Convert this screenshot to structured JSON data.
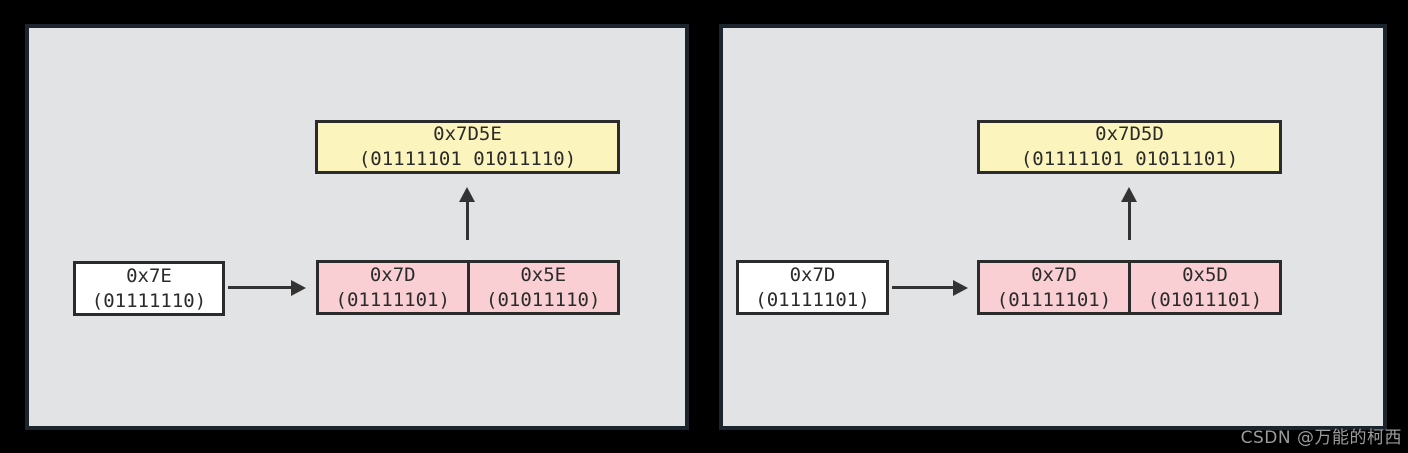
{
  "colors": {
    "background": "#000000",
    "panel_background": "#e2e3e4",
    "panel_border": "#1c242d",
    "result_box_fill": "#fbf5bd",
    "source_box_fill": "#ffffff",
    "escaped_box_fill": "#f9cfd3",
    "box_border": "#2b2b2b",
    "arrow": "#333333",
    "watermark_text": "#9b9b9b"
  },
  "watermark": {
    "text": "CSDN @万能的柯西"
  },
  "panels": [
    {
      "name": "escape-0x7E",
      "result": {
        "hex": "0x7D5E",
        "binary": "(01111101 01011110)"
      },
      "source": {
        "hex": "0x7E",
        "binary": "(01111110)"
      },
      "escaped": [
        {
          "hex": "0x7D",
          "binary": "(01111101)"
        },
        {
          "hex": "0x5E",
          "binary": "(01011110)"
        }
      ]
    },
    {
      "name": "escape-0x7D",
      "result": {
        "hex": "0x7D5D",
        "binary": "(01111101 01011101)"
      },
      "source": {
        "hex": "0x7D",
        "binary": "(01111101)"
      },
      "escaped": [
        {
          "hex": "0x7D",
          "binary": "(01111101)"
        },
        {
          "hex": "0x5D",
          "binary": "(01011101)"
        }
      ]
    }
  ]
}
